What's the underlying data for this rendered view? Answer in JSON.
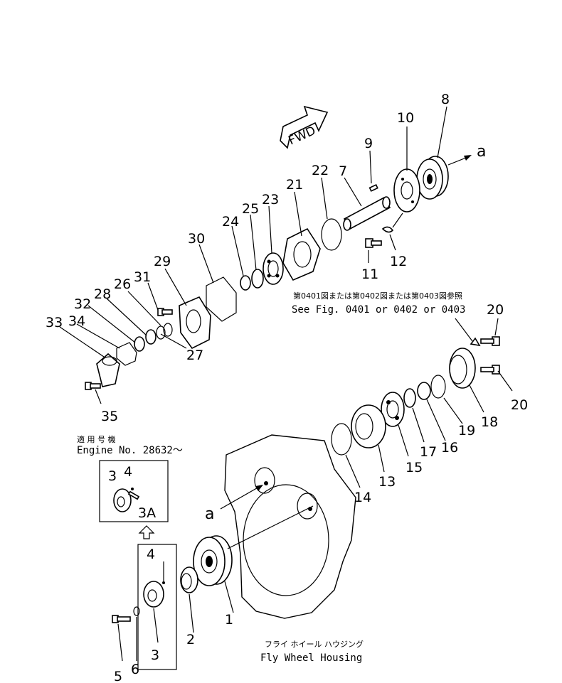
{
  "fwd_label": "FWD",
  "ref_letter": "a",
  "ref_letter_2": "a",
  "see_fig_jp": "第0401図または第0402図または第0403図参照",
  "see_fig_en": "See Fig. 0401 or 0402 or 0403",
  "applicable_jp": "適 用 号 機",
  "engine_no": "Engine No. 28632～",
  "housing_jp": "フライ ホイール ハウジング",
  "housing_en": "Fly Wheel Housing",
  "callouts": {
    "n1": "1",
    "n2": "2",
    "n3": "3",
    "n3b": "3",
    "n3a": "3A",
    "n4": "4",
    "n4b": "4",
    "n5": "5",
    "n6": "6",
    "n7": "7",
    "n8": "8",
    "n9": "9",
    "n10": "10",
    "n11": "11",
    "n12": "12",
    "n13": "13",
    "n14": "14",
    "n15": "15",
    "n16": "16",
    "n17": "17",
    "n18": "18",
    "n19": "19",
    "n20a": "20",
    "n20b": "20",
    "n21": "21",
    "n22": "22",
    "n23": "23",
    "n24": "24",
    "n25": "25",
    "n26": "26",
    "n27": "27",
    "n28": "28",
    "n29": "29",
    "n30": "30",
    "n31": "31",
    "n32": "32",
    "n33": "33",
    "n34": "34",
    "n35": "35"
  }
}
